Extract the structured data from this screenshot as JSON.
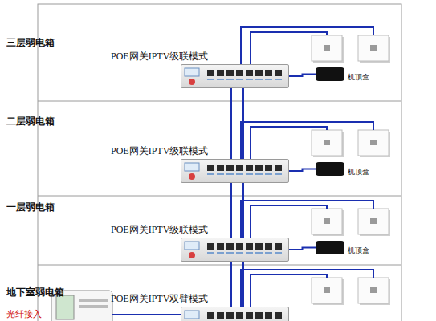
{
  "diagram": {
    "nodes": [
      {
        "text": [
          "POE网关IPTV级联模式"
        ]
      },
      {
        "text": [
          "机顶盒"
        ]
      },
      {
        "text": [
          "POE网关IPTV级联模式"
        ]
      },
      {
        "text": [
          "机顶盒"
        ]
      },
      {
        "text": [
          "POE网关IPTV级联模式"
        ]
      },
      {
        "text": [
          "机顶盒"
        ]
      },
      {
        "text": [
          "POE网关IPTV双臂模式"
        ]
      }
    ],
    "edges": [
      {
        "from": 0,
        "to": 2,
        "arrow": "none"
      },
      {
        "from": 2,
        "to": 4,
        "arrow": "none"
      },
      {
        "from": 4,
        "to": 6,
        "arrow": "none"
      },
      {
        "from": 0,
        "to": 1,
        "arrow": "none"
      },
      {
        "from": 2,
        "to": 3,
        "arrow": "none"
      },
      {
        "from": 4,
        "to": 5,
        "arrow": "none"
      }
    ],
    "labels": [
      "三层弱电箱",
      "二层弱电箱",
      "一层弱电箱",
      "地下室弱电箱",
      "光纤接入"
    ]
  }
}
